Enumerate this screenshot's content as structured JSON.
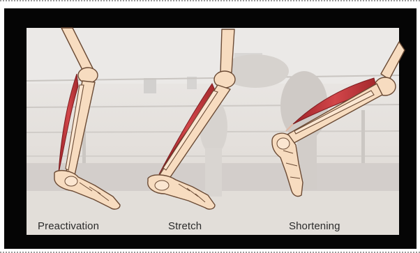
{
  "colors": {
    "frame": "#050505",
    "background_tint": "#e6e2df",
    "bone_fill": "#f7dcc0",
    "bone_stroke": "#6b4b35",
    "muscle": "#c2353a",
    "tendon": "#e0b6a2",
    "caption_text": "#2b2b2b"
  },
  "phases": [
    {
      "id": "preactivation",
      "label": "Preactivation"
    },
    {
      "id": "stretch",
      "label": "Stretch"
    },
    {
      "id": "shortening",
      "label": "Shortening"
    }
  ]
}
